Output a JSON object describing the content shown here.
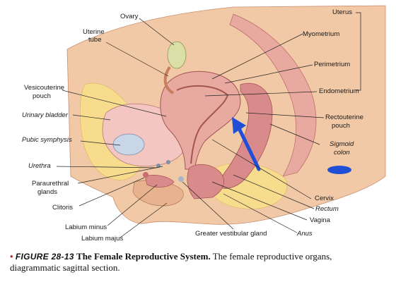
{
  "labels": {
    "ovary": "Ovary",
    "uterine_tube_1": "Uterine",
    "uterine_tube_2": "tube",
    "uterus": "Uterus",
    "myometrium": "Myometrium",
    "perimetrium": "Perimetrium",
    "endometrium": "Endometrium",
    "vesicouterine_1": "Vesicouterine",
    "vesicouterine_2": "pouch",
    "urinary_bladder": "Urinary bladder",
    "rectouterine_1": "Rectouterine",
    "rectouterine_2": "pouch",
    "sigmoid_1": "Sigmoid",
    "sigmoid_2": "colon",
    "pubic_symphysis": "Pubic symphysis",
    "urethra": "Urethra",
    "paraurethral_1": "Paraurethral",
    "paraurethral_2": "glands",
    "cervix": "Cervix",
    "rectum": "Rectum",
    "clitoris": "Clitoris",
    "vagina": "Vagina",
    "labium_minus": "Labium minus",
    "anus": "Anus",
    "labium_majus": "Labium majus",
    "greater_vestibular": "Greater vestibular gland"
  },
  "caption": {
    "bullet": "•",
    "figure": "FIGURE 28-13",
    "title": "The Female Reproductive System.",
    "text": "The female reproductive organs, diagrammatic sagittal section."
  },
  "colors": {
    "skin": "#f2c9a6",
    "fat": "#f7dc8e",
    "muscle": "#e8a9a0",
    "organ": "#d98a8a",
    "bladder": "#f3c6c2",
    "bone": "#c8d6e8",
    "arrow": "#1f4fd6",
    "ovary": "#d9dfa6"
  }
}
